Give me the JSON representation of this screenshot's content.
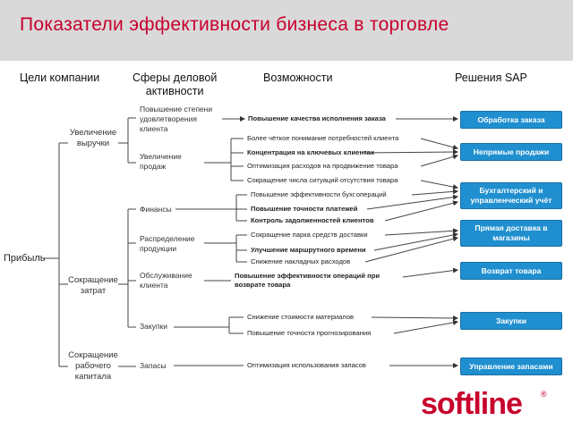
{
  "title": "Показатели эффективности бизнеса в торговле",
  "headers": {
    "goals": "Цели компании",
    "spheres_line1": "Сферы деловой",
    "spheres_line2": "активности",
    "opportunities": "Возможности",
    "sap": "Решения SAP"
  },
  "root": "Прибыль",
  "goals": {
    "revenue_line1": "Увеличение",
    "revenue_line2": "выручки",
    "cost_line1": "Сокращение",
    "cost_line2": "затрат",
    "capital_line1": "Сокращение",
    "capital_line2": "рабочего",
    "capital_line3": "капитала"
  },
  "spheres": {
    "satisfaction_line1": "Повышение степени",
    "satisfaction_line2": "удовлетворения",
    "satisfaction_line3": "клиента",
    "sales_line1": "Увеличение",
    "sales_line2": "продаж",
    "finance": "Финансы",
    "distribution_line1": "Распределение",
    "distribution_line2": "продукции",
    "service_line1": "Обслуживание",
    "service_line2": "клиента",
    "purchasing": "Закупки",
    "inventory": "Запасы"
  },
  "opportunities": {
    "o1": "Повышение качества исполнения заказа",
    "o2": "Более чёткое понимание потребностей клиента",
    "o3": "Концентрация на ключевых клиентах",
    "o4": "Оптимизация расходов на продвижение товара",
    "o5": "Сокращение числа ситуаций отсутствия товара",
    "o6": "Повышение эффективности бухг.операций",
    "o7": "Повышение точности платежей",
    "o8": "Контроль задолженностей клиентов",
    "o9": "Сокращение парка средств доставки",
    "o10": "Улучшение маршрутного времени",
    "o11": "Снижение накладных расходов",
    "o12_line1": "Повышение эффективности операций при",
    "o12_line2": "возврате товара",
    "o13": "Снижение стоимости материалов",
    "o14": "Повышение точности прогнозирования",
    "o15": "Оптимизация использования запасов"
  },
  "solutions": {
    "s1": "Обработка заказа",
    "s2": "Непрямые продажи",
    "s3_line1": "Бухгалтерский и",
    "s3_line2": "управленческий учёт",
    "s4_line1": "Прямая доставка в",
    "s4_line2": "магазины",
    "s5": "Возврат товара",
    "s6": "Закупки",
    "s7": "Управление запасами"
  },
  "logo": "softline",
  "logo_mark": "®",
  "colors": {
    "title": "#c8002d",
    "solution_box": "#1f8fcf",
    "logo": "#c8002d"
  }
}
